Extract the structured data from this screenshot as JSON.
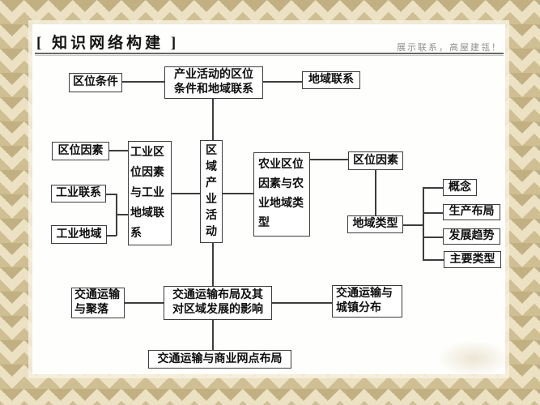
{
  "header": {
    "title": "[ 知识网络构建 ]",
    "slogan": "展示联系，高屋建瓴！"
  },
  "nodes": {
    "location_conditions": "区位条件",
    "industry_activity_overview": "产业活动的区位条件和地域联系",
    "territorial_links": "地域联系",
    "industrial_location_factors": "区位因素",
    "industrial_links": "工业联系",
    "industrial_regions": "工业地域",
    "industry_main": "工业区位因素与工业地域联系",
    "core": "区域产业活动",
    "agriculture_main": "农业区位因素与农业地域类型",
    "agri_location_factors": "区位因素",
    "agri_region_types": "地域类型",
    "concept": "概念",
    "production_layout": "生产布局",
    "development_trends": "发展趋势",
    "main_types": "主要类型",
    "transport_settlements": "交通运输与聚落",
    "transport_layout_impact": "交通运输布局及其对区域发展的影响",
    "transport_towns": "交通运输与城镇分布",
    "transport_commercial": "交通运输与商业网点布局"
  }
}
